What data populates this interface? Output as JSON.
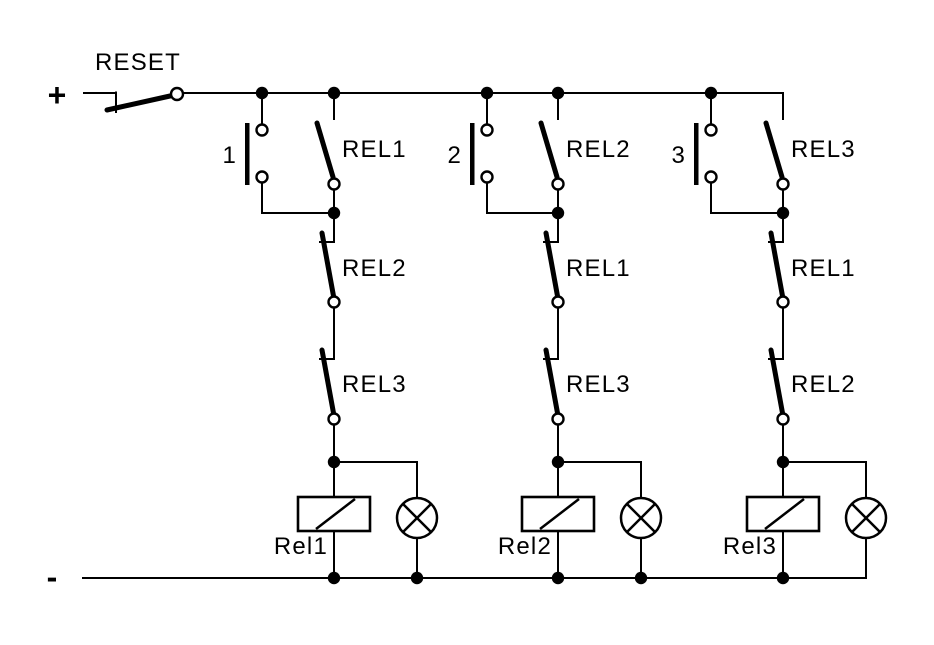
{
  "colors": {
    "line": "#000000",
    "background": "#ffffff"
  },
  "power": {
    "positive_label": "+",
    "negative_label": "-"
  },
  "reset_switch": {
    "label": "RESET",
    "symbol": "normally-closed-switch"
  },
  "branches": [
    {
      "button_label": "1",
      "seal_in_contact": "REL1",
      "lockout_contact_1": "REL2",
      "lockout_contact_2": "REL3",
      "coil_label": "Rel1",
      "lamp": "lamp-icon"
    },
    {
      "button_label": "2",
      "seal_in_contact": "REL2",
      "lockout_contact_1": "REL1",
      "lockout_contact_2": "REL3",
      "coil_label": "Rel2",
      "lamp": "lamp-icon"
    },
    {
      "button_label": "3",
      "seal_in_contact": "REL3",
      "lockout_contact_1": "REL1",
      "lockout_contact_2": "REL2",
      "coil_label": "Rel3",
      "lamp": "lamp-icon"
    }
  ]
}
